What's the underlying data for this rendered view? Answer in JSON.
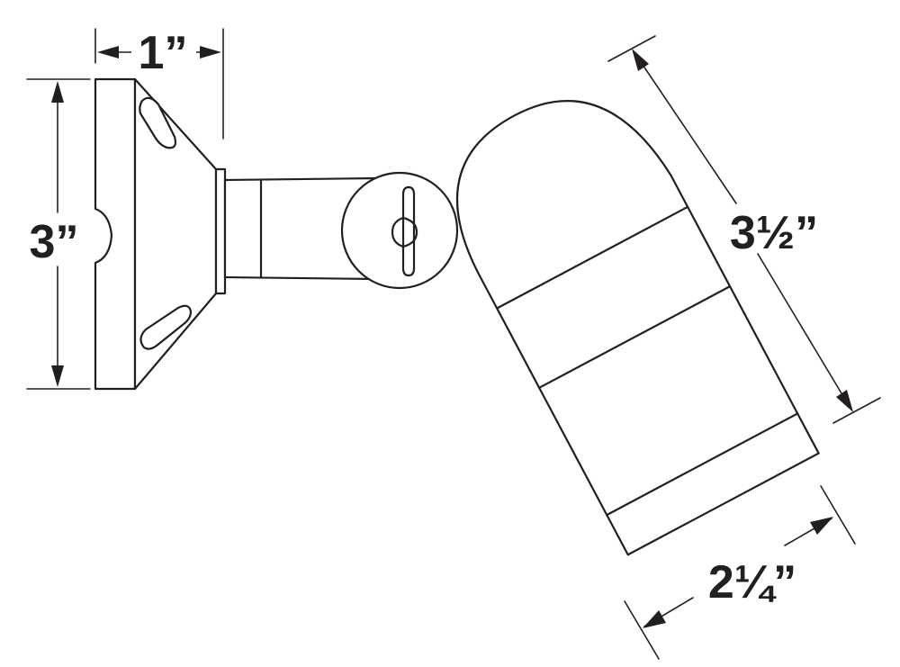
{
  "dimensions": {
    "width_mount": "1”",
    "height_mount": "3”",
    "length_head": "3½”",
    "diameter_head": "2¼”"
  },
  "colors": {
    "stroke": "#231f20",
    "background": "#ffffff"
  }
}
